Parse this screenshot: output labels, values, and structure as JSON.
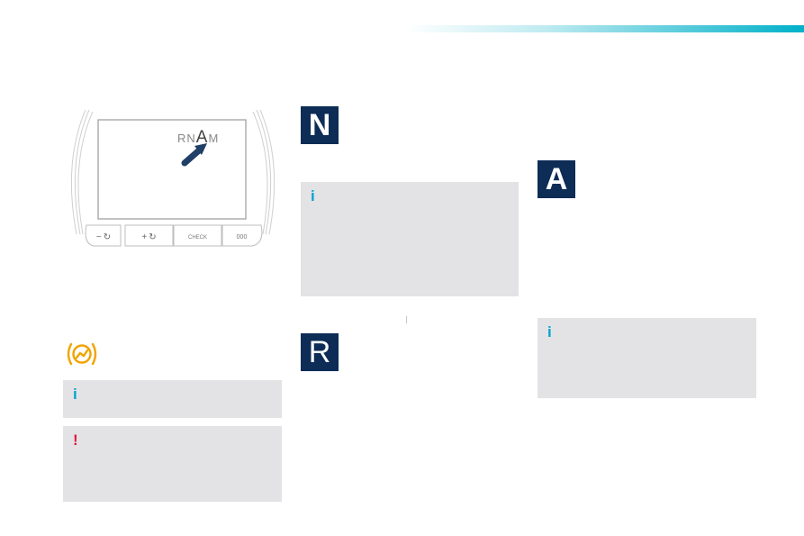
{
  "instrument_panel": {
    "gear_letters": {
      "before": "RN",
      "selected": "A",
      "after": "M"
    },
    "buttons": [
      {
        "label": "−",
        "icon": "cruise-icon"
      },
      {
        "label": "+",
        "icon": "cruise-icon"
      },
      {
        "label": "CHECK"
      },
      {
        "label": "000"
      }
    ]
  },
  "sections": {
    "neutral": {
      "badge": "N"
    },
    "reverse": {
      "badge": "R"
    },
    "automatic": {
      "badge": "A"
    }
  },
  "notes": {
    "info_mark": "i",
    "alert_mark": "!"
  },
  "colors": {
    "badge_bg": "#0d2c56",
    "note_bg": "#e3e3e5",
    "info": "#00a3d1",
    "alert": "#e3173e",
    "warning_icon": "#f0a400",
    "header_accent": "#00b0c9"
  }
}
